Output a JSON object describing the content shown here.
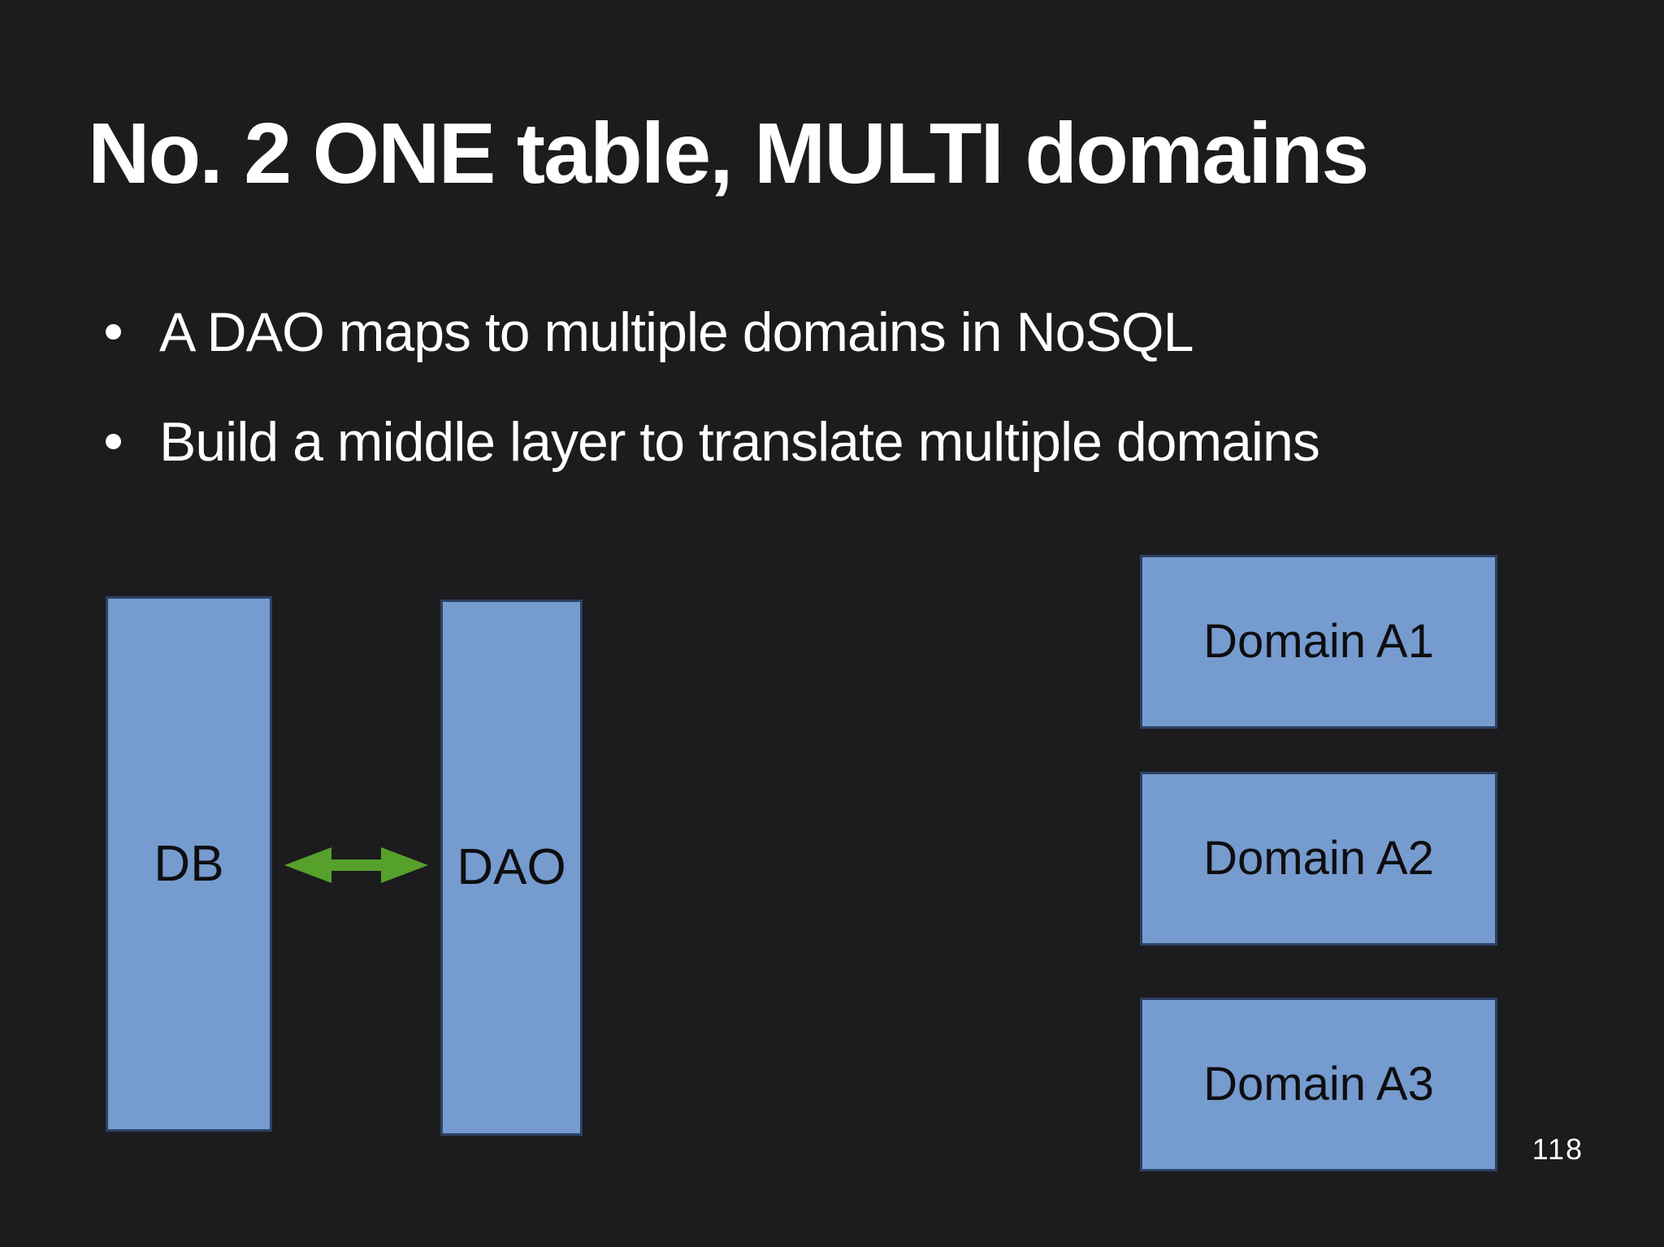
{
  "slide": {
    "title": "No. 2 ONE table, MULTI domains",
    "bullets": [
      "A DAO maps to multiple domains in NoSQL",
      "Build a middle layer to translate multiple domains"
    ],
    "page_number": "118"
  },
  "diagram": {
    "db_label": "DB",
    "dao_label": "DAO",
    "arrow_icon": "double-headed-arrow",
    "domains": [
      {
        "label": "Domain A1"
      },
      {
        "label": "Domain A2"
      },
      {
        "label": "Domain A3"
      }
    ]
  },
  "colors": {
    "background": "#1c1b1d",
    "box_blue": "#769bce",
    "box_border": "#2c4166",
    "arrow_green": "#55a12b",
    "text_light": "#ffffff",
    "text_dark": "#0e0e10"
  }
}
